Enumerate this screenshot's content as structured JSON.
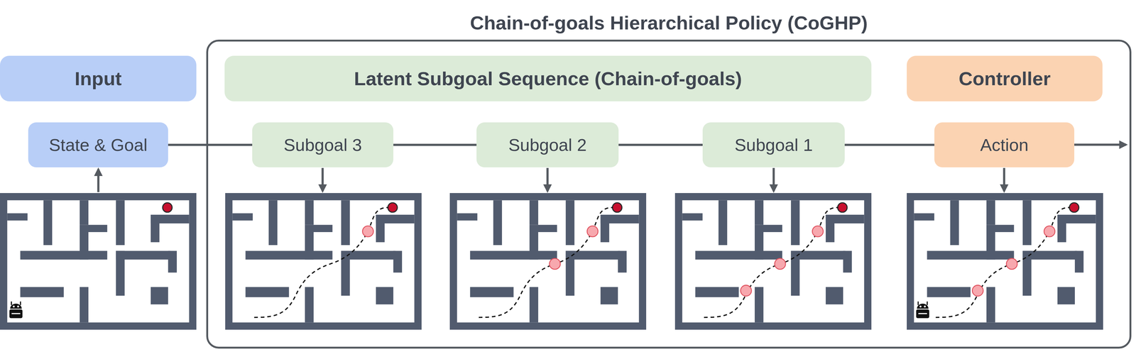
{
  "diagram": {
    "nodes": [
      {
        "text": [
          "Chain-of-goals Hierarchical Policy (CoGHP)"
        ]
      },
      {
        "text": [
          "Input"
        ]
      },
      {
        "text": [
          "Latent Subgoal Sequence (Chain-of-goals)"
        ],
        "in": 0
      },
      {
        "text": [
          "Controller"
        ],
        "in": 0
      },
      {
        "text": [
          "State & Goal"
        ]
      },
      {
        "text": [
          "Subgoal 3"
        ],
        "in": 0
      },
      {
        "text": [
          "Subgoal 2"
        ],
        "in": 0
      },
      {
        "text": [
          "Subgoal 1"
        ],
        "in": 0
      },
      {
        "text": [
          "Action"
        ],
        "in": 0
      }
    ],
    "edges": [
      {
        "from": 4,
        "to": 5,
        "arrow": "none"
      },
      {
        "from": 5,
        "to": 6,
        "arrow": "none"
      },
      {
        "from": 6,
        "to": 7,
        "arrow": "none"
      },
      {
        "from": 7,
        "to": 8,
        "arrow": "none"
      }
    ]
  }
}
